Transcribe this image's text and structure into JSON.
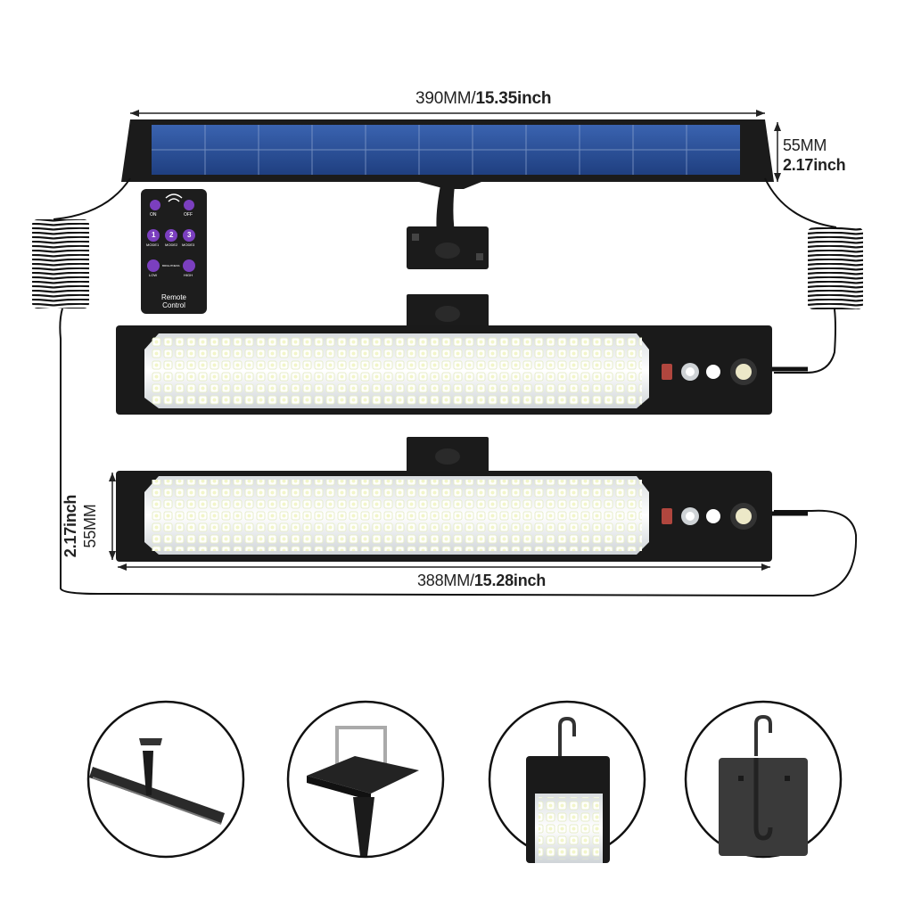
{
  "dimensions": {
    "panel_width": {
      "mm": "390MM",
      "sep": "/",
      "inch": "15.35inch"
    },
    "panel_height": {
      "mm": "55MM",
      "inch": "2.17inch"
    },
    "light_width": {
      "mm": "388MM",
      "sep": "/",
      "inch": "15.28inch"
    },
    "light_height": {
      "mm": "55MM",
      "inch": "2.17inch"
    }
  },
  "remote": {
    "on_label": "ON",
    "off_label": "OFF",
    "mode1_number": "1",
    "mode2_number": "2",
    "mode3_number": "3",
    "mode1_label": "MODE1",
    "mode2_label": "MODE2",
    "mode3_label": "MODE3",
    "brightness_label": "BRIGHTNESS",
    "low_label": "LOW",
    "high_label": "HIGH",
    "title_line1": "Remote",
    "title_line2": "Control"
  },
  "colors": {
    "solar_cell": "#2b4f93",
    "frame": "#1a1a1a",
    "remote_button": "#7b3fbf",
    "led": "#f4f7f2"
  }
}
